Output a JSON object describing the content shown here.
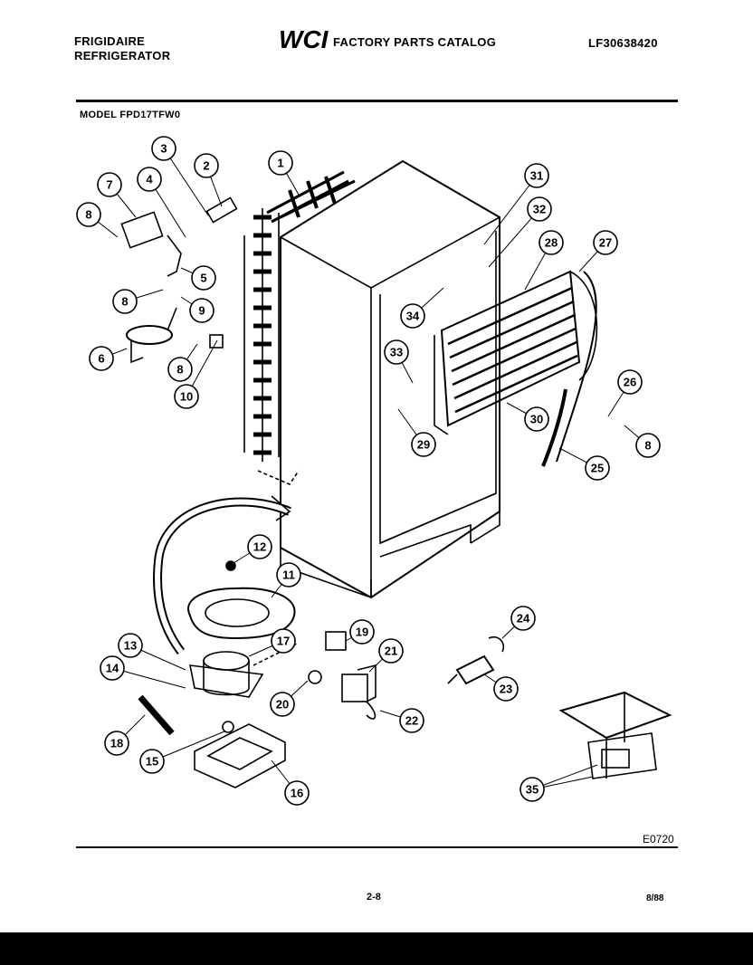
{
  "header": {
    "brand_line1": "FRIGIDAIRE",
    "brand_line2": "REFRIGERATOR",
    "logo_text": "WCI",
    "catalog_title": "FACTORY PARTS CATALOG",
    "part_code": "LF30638420",
    "model_label": "MODEL FPD17TFW0"
  },
  "callouts": [
    "1",
    "2",
    "3",
    "4",
    "5",
    "6",
    "7",
    "8",
    "8",
    "9",
    "8",
    "10",
    "11",
    "12",
    "13",
    "14",
    "15",
    "16",
    "17",
    "18",
    "19",
    "20",
    "21",
    "22",
    "23",
    "24",
    "25",
    "26",
    "8",
    "27",
    "28",
    "29",
    "30",
    "31",
    "32",
    "33",
    "34",
    "35"
  ],
  "footer": {
    "figure_code": "E0720",
    "page_number": "2-8",
    "date": "8/88"
  },
  "colors": {
    "ink": "#000000",
    "paper": "#ffffff"
  }
}
